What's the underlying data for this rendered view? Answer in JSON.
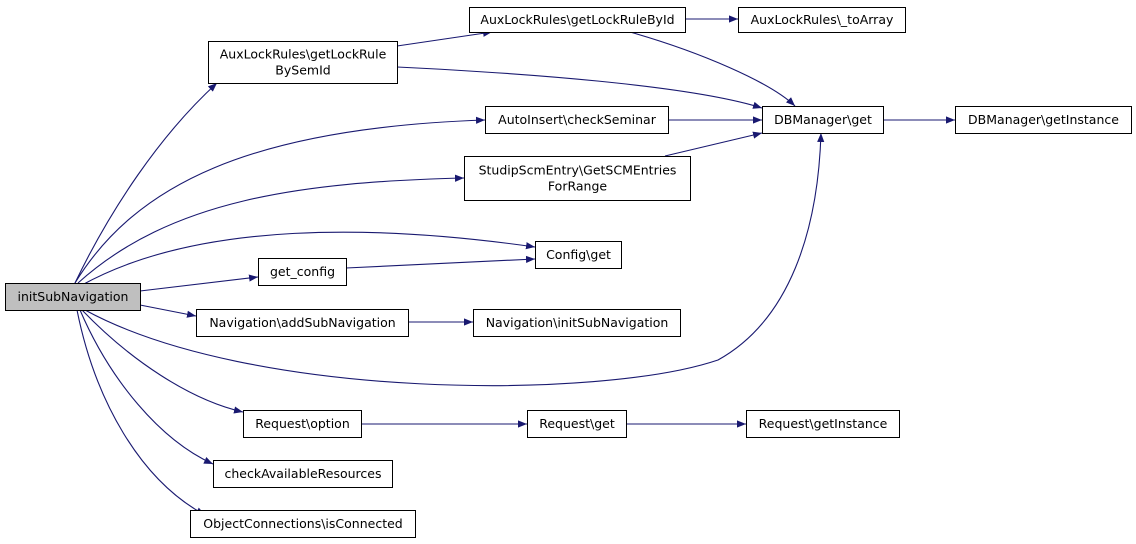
{
  "colors": {
    "edge": "#191970",
    "root_fill": "#bfbfbf",
    "node_fill": "#ffffff",
    "border": "#000000"
  },
  "nodes": {
    "init_sub_navigation": [
      "initSubNavigation"
    ],
    "get_lock_rule_by_sem_id": [
      "AuxLockRules\\getLockRule",
      "BySemId"
    ],
    "get_lock_rule_by_id": [
      "AuxLockRules\\getLockRuleById"
    ],
    "to_array": [
      "AuxLockRules\\_toArray"
    ],
    "db_get": [
      "DBManager\\get"
    ],
    "db_get_instance": [
      "DBManager\\getInstance"
    ],
    "check_seminar": [
      "AutoInsert\\checkSeminar"
    ],
    "get_scm_entries": [
      "StudipScmEntry\\GetSCMEntries",
      "ForRange"
    ],
    "config_get": [
      "Config\\get"
    ],
    "get_config": [
      "get_config"
    ],
    "add_sub_navigation": [
      "Navigation\\addSubNavigation"
    ],
    "nav_init_sub_navigation": [
      "Navigation\\initSubNavigation"
    ],
    "request_option": [
      "Request\\option"
    ],
    "request_get": [
      "Request\\get"
    ],
    "request_get_instance": [
      "Request\\getInstance"
    ],
    "check_available_resources": [
      "checkAvailableResources"
    ],
    "is_connected": [
      "ObjectConnections\\isConnected"
    ]
  },
  "edges": [
    [
      "init_sub_navigation",
      "get_lock_rule_by_sem_id"
    ],
    [
      "init_sub_navigation",
      "check_seminar"
    ],
    [
      "init_sub_navigation",
      "get_scm_entries"
    ],
    [
      "init_sub_navigation",
      "config_get"
    ],
    [
      "init_sub_navigation",
      "get_config"
    ],
    [
      "init_sub_navigation",
      "add_sub_navigation"
    ],
    [
      "init_sub_navigation",
      "db_get"
    ],
    [
      "init_sub_navigation",
      "request_option"
    ],
    [
      "init_sub_navigation",
      "check_available_resources"
    ],
    [
      "init_sub_navigation",
      "is_connected"
    ],
    [
      "get_lock_rule_by_sem_id",
      "get_lock_rule_by_id"
    ],
    [
      "get_lock_rule_by_sem_id",
      "db_get"
    ],
    [
      "get_lock_rule_by_id",
      "to_array"
    ],
    [
      "get_lock_rule_by_id",
      "db_get"
    ],
    [
      "check_seminar",
      "db_get"
    ],
    [
      "get_scm_entries",
      "db_get"
    ],
    [
      "db_get",
      "db_get_instance"
    ],
    [
      "get_config",
      "config_get"
    ],
    [
      "add_sub_navigation",
      "nav_init_sub_navigation"
    ],
    [
      "request_option",
      "request_get"
    ],
    [
      "request_get",
      "request_get_instance"
    ]
  ]
}
